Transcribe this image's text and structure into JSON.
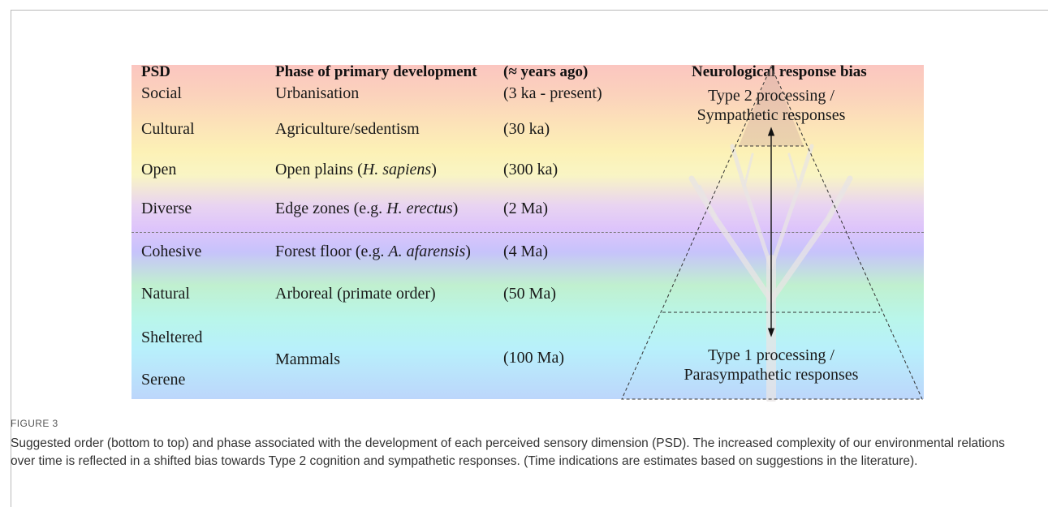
{
  "figure": {
    "headers": {
      "psd": "PSD",
      "phase": "Phase of primary development",
      "years": "(≈ years ago)",
      "response": "Neurological response bias"
    },
    "rows": [
      {
        "psd": "Social",
        "phase": "Urbanisation",
        "years": "(3 ka - present)"
      },
      {
        "psd": "Cultural",
        "phase": "Agriculture/sedentism",
        "years": "(30 ka)"
      },
      {
        "psd": "Open",
        "phase_pre": "Open plains (",
        "phase_italic": "H. sapiens",
        "phase_post": ")",
        "years": "(300 ka)"
      },
      {
        "psd": "Diverse",
        "phase_pre": "Edge zones (e.g. ",
        "phase_italic": "H. erectus",
        "phase_post": ")",
        "years": "(2 Ma)"
      },
      {
        "psd": "Cohesive",
        "phase_pre": "Forest floor (e.g. ",
        "phase_italic": "A. afarensis",
        "phase_post": ")",
        "years": "(4 Ma)"
      },
      {
        "psd": "Natural",
        "phase": "Arboreal (primate order)",
        "years": "(50 Ma)"
      },
      {
        "psd": "Sheltered"
      },
      {
        "psd": "Serene"
      }
    ],
    "mammals": {
      "phase": "Mammals",
      "years": "(100 Ma)"
    },
    "type2": {
      "line1": "Type 2 processing /",
      "line2": "Sympathetic responses"
    },
    "type1": {
      "line1": "Type 1 processing /",
      "line2": "Parasympathetic responses"
    }
  },
  "caption": {
    "title": "FIGURE 3",
    "text": "Suggested order (bottom to top) and phase associated with the development of each perceived sensory dimension (PSD). The increased complexity of our environmental relations over time is reflected in a shifted bias towards Type 2 cognition and sympathetic responses. (Time indications are estimates based on suggestions in the literature)."
  }
}
